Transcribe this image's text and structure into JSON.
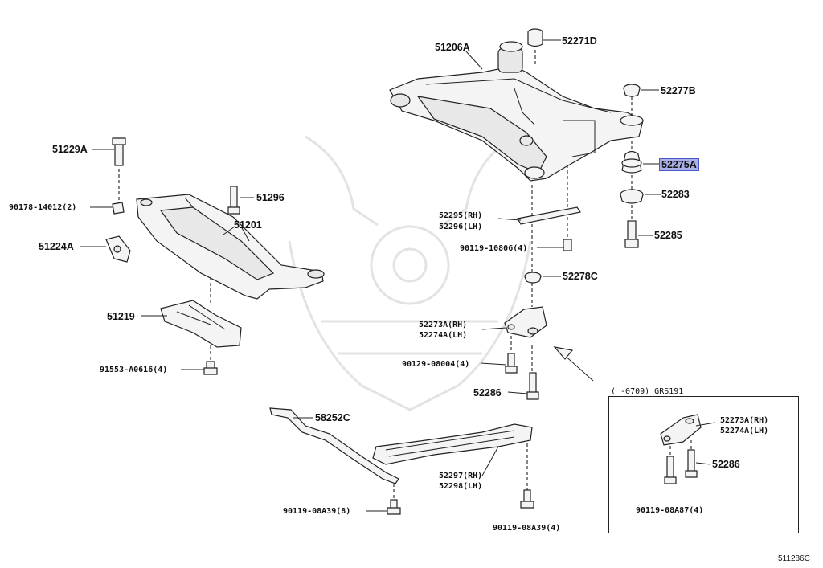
{
  "diagram_id": "511286C",
  "inset_caption": "(    -0709)  GRS191",
  "labels": {
    "p51206A": "51206A",
    "p52271D": "52271D",
    "p52277B": "52277B",
    "p52275A": "52275A",
    "p52283": "52283",
    "p52285": "52285",
    "p52295": "52295(RH)",
    "p52296": "52296(LH)",
    "p90119_10806": "90119-10806(4)",
    "p52278C": "52278C",
    "p52273A": "52273A(RH)",
    "p52274A": "52274A(LH)",
    "p90129_08004": "90129-08004(4)",
    "p52286": "52286",
    "p51229A": "51229A",
    "p90178_14012": "90178-14012(2)",
    "p51296": "51296",
    "p51201": "51201",
    "p51224A": "51224A",
    "p51219": "51219",
    "p91553_A0616": "91553-A0616(4)",
    "p58252C": "58252C",
    "p52297": "52297(RH)",
    "p52298": "52298(LH)",
    "p90119_08A39_a": "90119-08A39(8)",
    "p90119_08A39_b": "90119-08A39(4)",
    "inset_52273A": "52273A(RH)",
    "inset_52274A": "52274A(LH)",
    "inset_52286": "52286",
    "inset_90119_08A87": "90119-08A87(4)"
  },
  "highlighted_part": "52275A",
  "colors": {
    "highlight_fill": "#aab0e8",
    "highlight_border": "#4a57c8",
    "ink": "#222222"
  }
}
